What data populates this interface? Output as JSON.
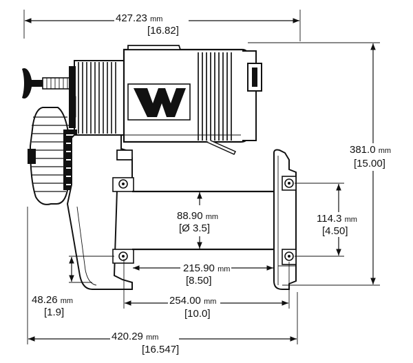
{
  "dimensions": {
    "overall_top": {
      "mm": "427.23",
      "unit": "mm",
      "in": "[16.82]"
    },
    "height": {
      "mm": "381.0",
      "unit": "mm",
      "in": "[15.00]"
    },
    "drum_dia": {
      "mm": "88.90",
      "unit": "mm",
      "in": "[Ø 3.5]"
    },
    "mount_height": {
      "mm": "114.3",
      "unit": "mm",
      "in": "[4.50]"
    },
    "drum_length": {
      "mm": "215.90",
      "unit": "mm",
      "in": "[8.50]"
    },
    "mount_spacing": {
      "mm": "254.00",
      "unit": "mm",
      "in": "[10.0]"
    },
    "base_offset": {
      "mm": "48.26",
      "unit": "mm",
      "in": "[1.9]"
    },
    "overall_bottom": {
      "mm": "420.29",
      "unit": "mm",
      "in": "[16.547]"
    }
  },
  "icons": [
    "winch-drawing",
    "w-logo-icon"
  ]
}
